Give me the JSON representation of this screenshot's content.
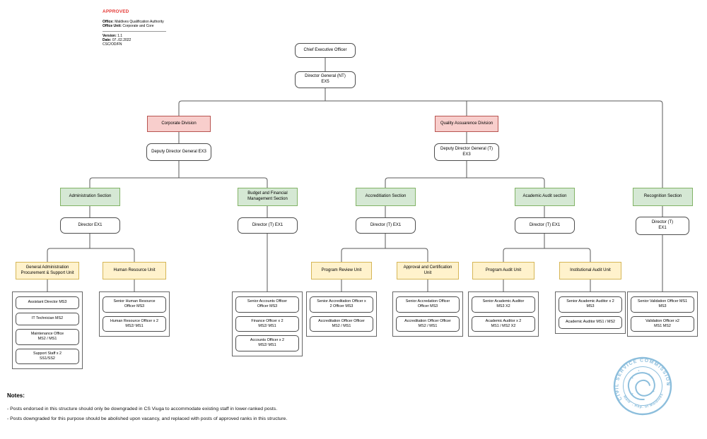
{
  "header": {
    "approved": "APPROVED",
    "office_label": "Office:",
    "office": "Maldives Qualification Authority",
    "office_unit_label": "Office Unit:",
    "office_unit": "Corporate and Core",
    "version_label": "Version:",
    "version": "1.1",
    "date_label": "Date:",
    "date": "07..02.2022",
    "ref": "CSC/OD/FN"
  },
  "org": {
    "ceo": "Chief Executive Officer",
    "director_general": "Director General (NT)\nEX5",
    "corporate": {
      "division": "Corporate Division",
      "deputy": "Deputy Director General EX3",
      "admin_section": {
        "title": "Administration Section",
        "director": "Director EX1",
        "ga_unit": {
          "title": "General Administration\nProcurement & Support Unit",
          "posts": [
            "Assistant Director MS3",
            "IT Technician MS2",
            "Maintenance Office\nMS2 / MS1",
            "Support Staff x 2\nSS1/SS2"
          ]
        },
        "hr_unit": {
          "title": "Human Resource Unit",
          "posts": [
            "Senior Human Resource\nOfficer MS3",
            "Human Resource Officer x 2\nMS2/ MS1"
          ]
        }
      },
      "budget_section": {
        "title": "Budget and Financial\nManagement Section",
        "director": "Director (T) EX1",
        "posts": [
          "Senior Accounts Officer\nOfficer MS3",
          "Finance Officer x 2\nMS2/ MS1",
          "Accounts Officer x 2\nMS2/ MS1"
        ]
      }
    },
    "quality": {
      "division": "Quality Assuarence Division",
      "deputy": "Deputy Director General (T)\nEX3",
      "accreditation_section": {
        "title": "Accreditiation Section",
        "director": "Director (T) EX1",
        "program_review_unit": {
          "title": "Program Review Unit",
          "posts": [
            "Senior Accreditation Officer x\n2 Officer MS3",
            "Accreditation Officer Officer\nMS2 / MS1"
          ]
        },
        "approval_certification_unit": {
          "title": "Approval and Certification\nUnit",
          "posts": [
            "Senior Accredation Officer\nOfficer MS3",
            "Accreditation Officer Officer\nMS2 / MS1"
          ]
        }
      },
      "academic_audit_section": {
        "title": "Academic Audit section",
        "director": "Director (T) EX1",
        "program_audit_unit": {
          "title": "Program Audit Unit",
          "posts": [
            "Senior Academic Auditor\nMS3 X2",
            "Academic Auditor x 2\nMS1 / MS2 X2"
          ]
        },
        "institutional_audit_unit": {
          "title": "Institutional Audit Unit",
          "posts": [
            "Senior Academic Auditor x 2\nMS3",
            "Academic Auditor MS1 / MS2"
          ]
        }
      }
    },
    "recognition_section": {
      "title": "Recognition Section",
      "director": "Director (T)\nEX1",
      "posts": [
        "Senior Validation Officer MS1\nMS3",
        "Validation Officer x2\nMS1 MS2"
      ]
    }
  },
  "notes": {
    "title": "Notes:",
    "items": [
      "- Posts endorsed in this structure should only be downgraded in CS Viuga to accommodate existing staff in lower-ranked posts.",
      "- Posts downgraded for this purpose should be abolished upon vacancy, and replaced with posts of approved ranks in this structure."
    ]
  },
  "stamp": {
    "ring_text_top": "CIVIL SERVICE COMMISSION",
    "ring_text_bottom": "Male' . Rep. of Maldives",
    "color": "#79b3d7"
  },
  "colors": {
    "division_fill": "#f8cecc",
    "division_stroke": "#b85450",
    "section_fill": "#d5e8d4",
    "section_stroke": "#82b366",
    "unit_fill": "#fff2cc",
    "unit_stroke": "#d6b656",
    "approved_text": "#e53935",
    "connector": "#595959"
  }
}
